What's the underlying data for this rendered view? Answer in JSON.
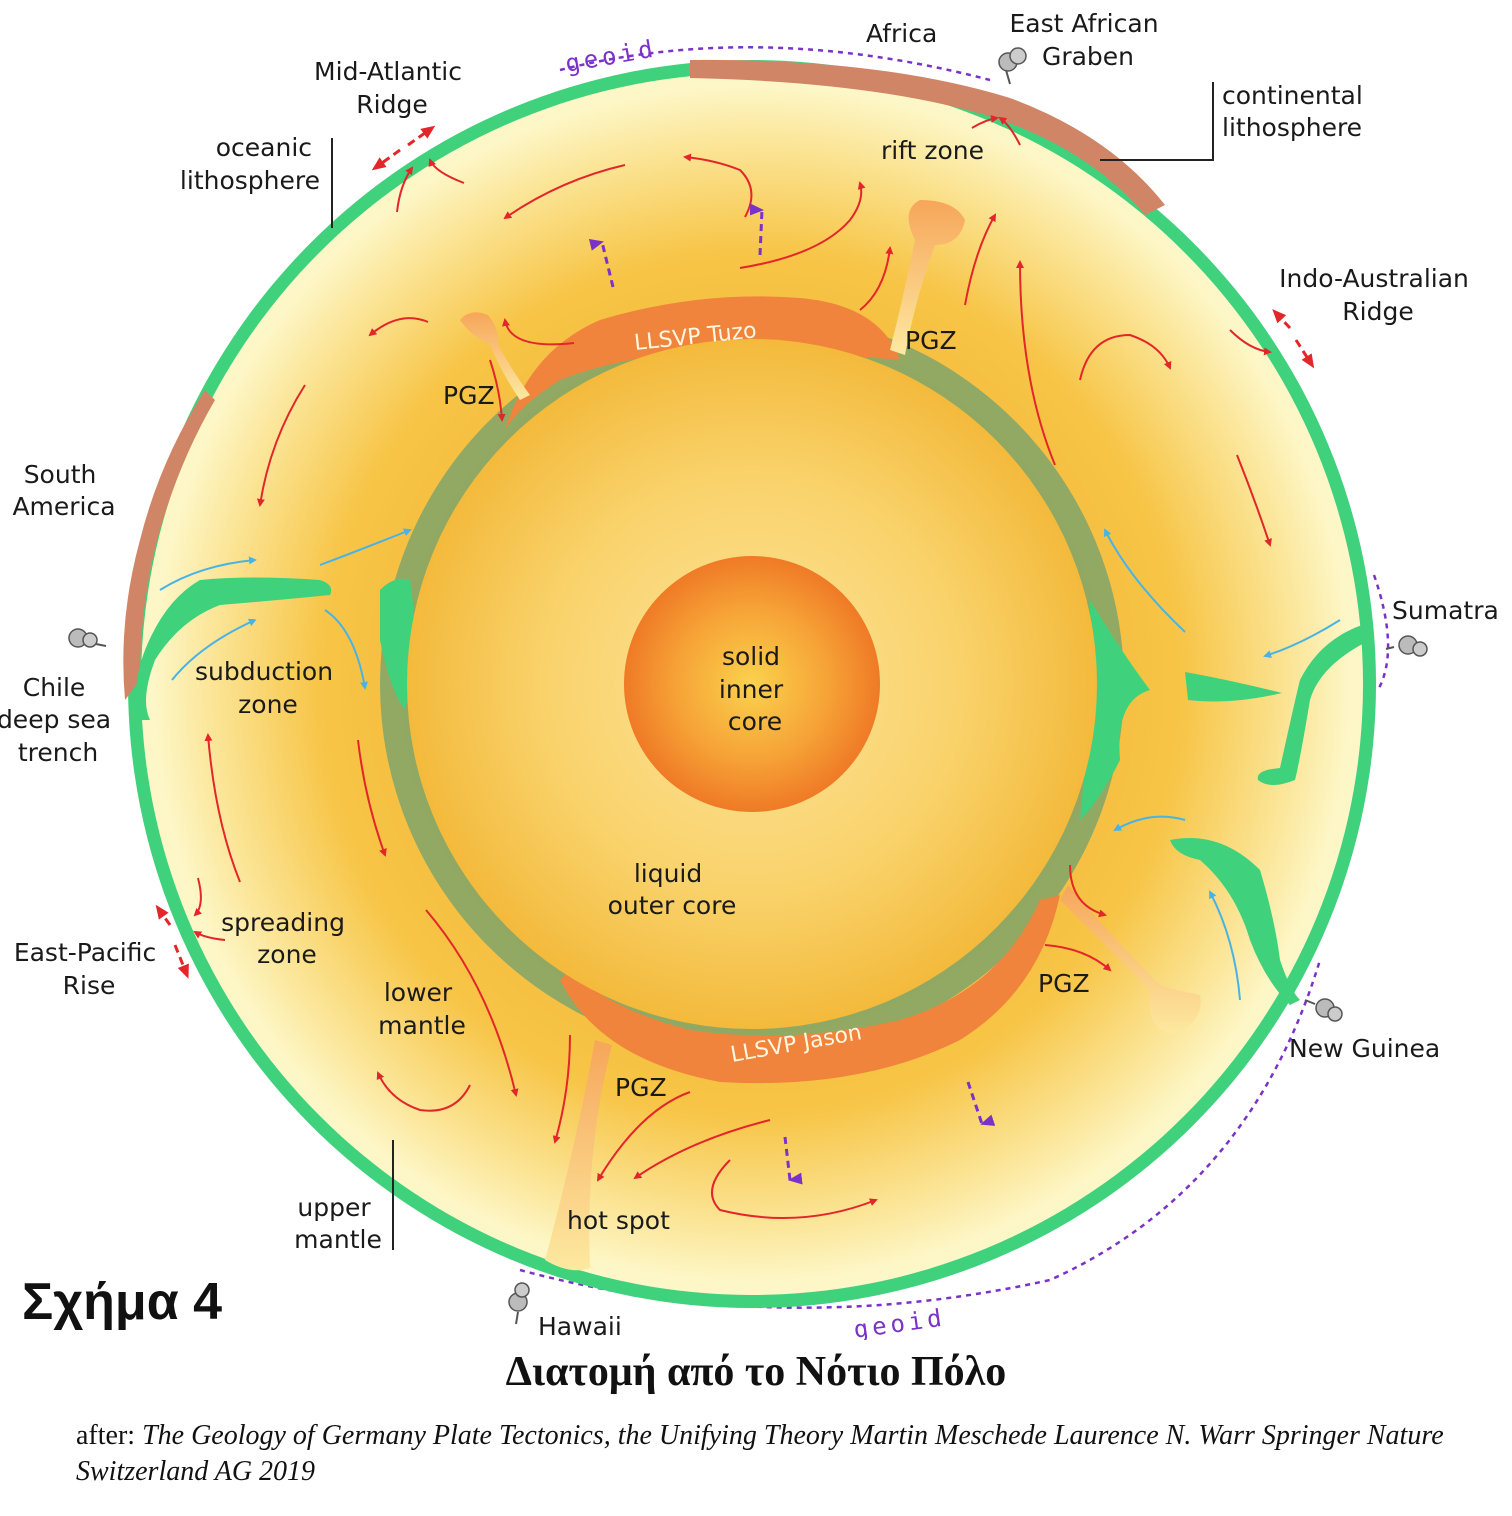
{
  "labels": {
    "africa": "Africa",
    "east_african_graben": [
      "East African",
      "Graben"
    ],
    "mid_atlantic_ridge": [
      "Mid-Atlantic",
      "Ridge"
    ],
    "continental_lithosphere": [
      "continental",
      "lithosphere"
    ],
    "oceanic_lithosphere": [
      "oceanic",
      "lithosphere"
    ],
    "rift_zone": "rift zone",
    "indo_australian_ridge": [
      "Indo-Australian",
      "Ridge"
    ],
    "llsvp_tuzo": "LLSVP Tuzo",
    "llsvp_jason": "LLSVP Jason",
    "pgz": "PGZ",
    "south_america": [
      "South",
      "America"
    ],
    "sumatra": "Sumatra",
    "chile_trench": [
      "Chile",
      "deep sea",
      "trench"
    ],
    "subduction_zone": [
      "subduction",
      "zone"
    ],
    "inner_core": [
      "solid",
      "inner",
      "core"
    ],
    "outer_core": [
      "liquid",
      "outer core"
    ],
    "spreading_zone": [
      "spreading",
      "zone"
    ],
    "east_pacific_rise": [
      "East-Pacific",
      "Rise"
    ],
    "lower_mantle": [
      "lower",
      "mantle"
    ],
    "new_guinea": "New Guinea",
    "upper_mantle": [
      "upper",
      "mantle"
    ],
    "hot_spot": "hot spot",
    "hawaii": "Hawaii",
    "geoid": "geoid"
  },
  "figure_label": "Σχήμα 4",
  "caption": "Διατομή από το Νότιο Πόλο",
  "credit": {
    "prefix": "after: ",
    "text": "The Geology of Germany Plate Tectonics, the Unifying Theory Martin Meschede Laurence N. Warr Springer Nature Switzerland AG 2019"
  },
  "colors": {
    "oceanic_lithosphere": "#3fd17c",
    "continental_lithosphere": "#d08566",
    "llsvp": "#f0843c",
    "mantle_flow": "#e3262a",
    "slab_flow": "#4ab3e6",
    "geoid": "#7a32c8"
  }
}
